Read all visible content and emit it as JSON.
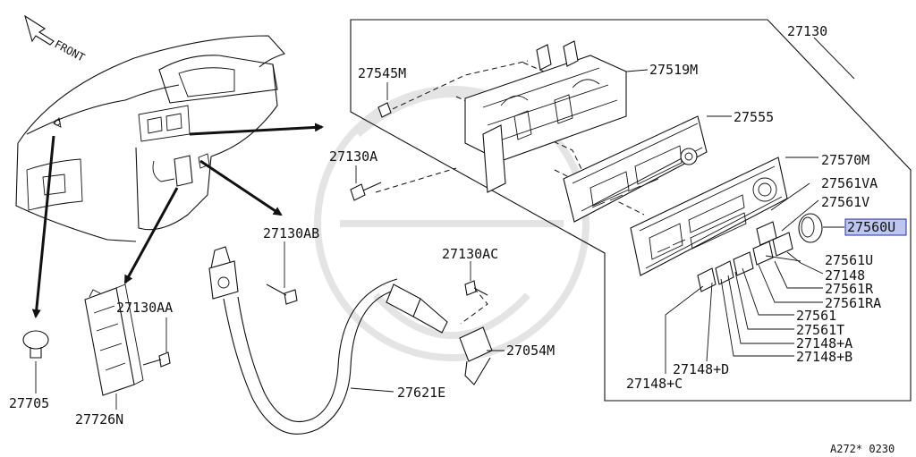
{
  "diagram": {
    "front_label": "FRONT",
    "footer_code": "A272* 0230",
    "highlighted_part": "27560U",
    "highlight_color": "#bcc6ee",
    "parts": {
      "p27130": "27130",
      "p27545M": "27545M",
      "p27519M": "27519M",
      "p27555": "27555",
      "p27130A": "27130A",
      "p27570M": "27570M",
      "p27561VA": "27561VA",
      "p27561V": "27561V",
      "p27560U": "27560U",
      "p27130AB": "27130AB",
      "p27130AC": "27130AC",
      "p27561U": "27561U",
      "p27148": "27148",
      "p27561R": "27561R",
      "p27561RA": "27561RA",
      "p27561": "27561",
      "p27561T": "27561T",
      "p27148A": "27148+A",
      "p27148B": "27148+B",
      "p27148D": "27148+D",
      "p27148C": "27148+C",
      "p27130AA": "27130AA",
      "p27054M": "27054M",
      "p27621E": "27621E",
      "p27705": "27705",
      "p27726N": "27726N"
    }
  }
}
